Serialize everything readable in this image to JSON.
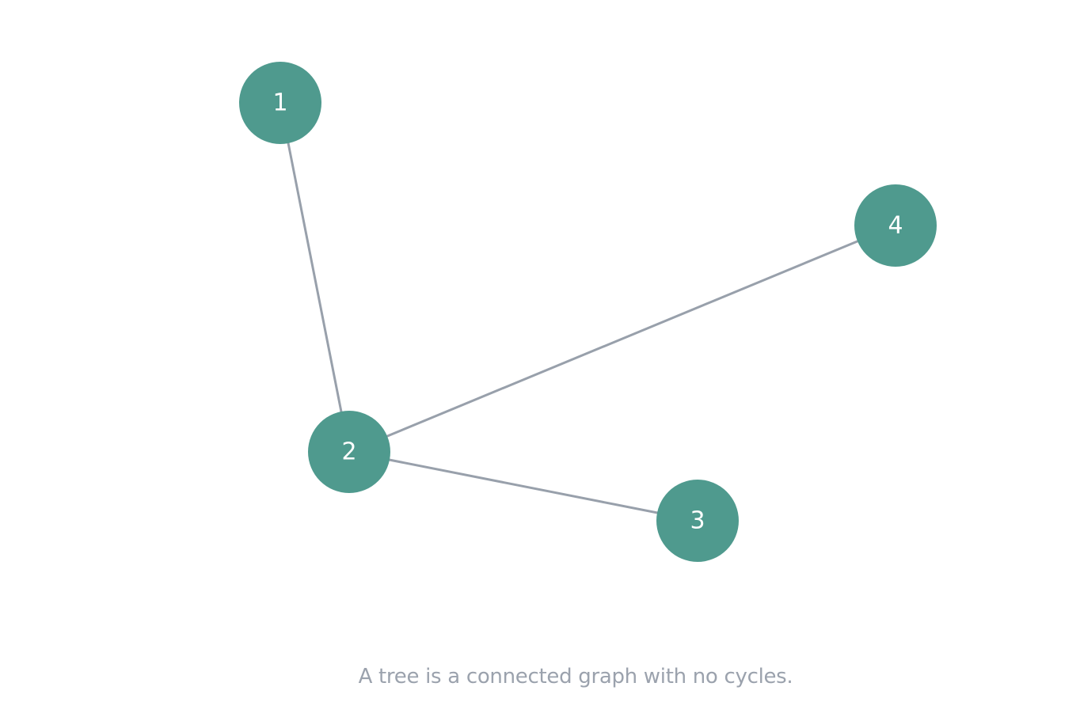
{
  "diagram": {
    "caption": "A tree is a connected graph with no cycles.",
    "colors": {
      "node_fill": "#4f9a8e",
      "node_text": "#ffffff",
      "edge": "#98a0ab",
      "caption": "#9ba2ad"
    },
    "nodes": [
      {
        "id": "1",
        "label": "1"
      },
      {
        "id": "2",
        "label": "2"
      },
      {
        "id": "3",
        "label": "3"
      },
      {
        "id": "4",
        "label": "4"
      }
    ],
    "edges": [
      {
        "from": "1",
        "to": "2"
      },
      {
        "from": "2",
        "to": "4"
      },
      {
        "from": "2",
        "to": "3"
      }
    ]
  }
}
